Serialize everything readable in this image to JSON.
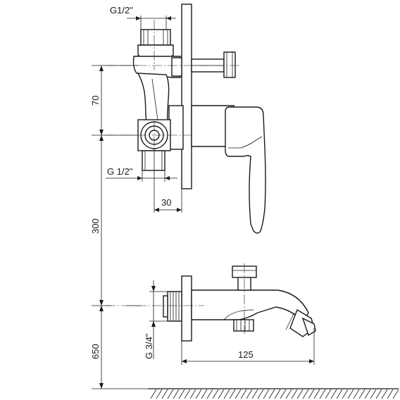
{
  "labels": {
    "top_inlet_thread": "G1/2\"",
    "bottom_inlet_thread": "G 1/2\"",
    "inlet_spacing": "70",
    "wall_offset": "30",
    "mixer_height": "300",
    "spout_thread": "G 3/4\"",
    "spout_height": "650",
    "spout_length": "125"
  }
}
